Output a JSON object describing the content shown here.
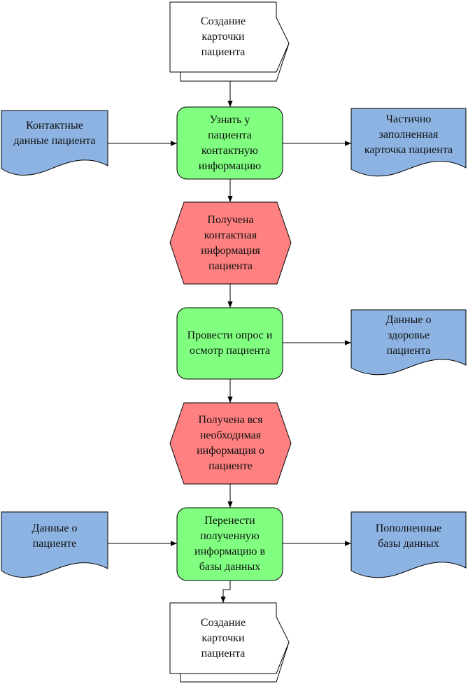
{
  "colors": {
    "function": "#80ff80",
    "event": "#ff8080",
    "document": "#8db3e2",
    "interface": "#ffffff",
    "line": "#000000"
  },
  "nodes": {
    "start_card": "Создание\nкарточки\nпациента",
    "contact_data_in": "Контактные\nданные пациента",
    "step_contact": "Узнать у\nпациента\nконтактную\nинформацию",
    "partial_card_out": "Частично\nзаполненная\nкарточка пациента",
    "event_contact": "Получена\nконтактная\nинформация\nпациента",
    "step_exam": "Провести опрос и\nосмотр пациента",
    "health_data_out": "Данные о\nздоровье\nпациента",
    "event_all_info": "Получена вся\nнеобходимая\nинформация о\nпациенте",
    "patient_data_in": "Данные о\nпациенте",
    "step_db": "Перенести\nполученную\nинформацию в\nбазы данных",
    "db_out": "Пополненные\nбазы данных",
    "end_card": "Создание\nкарточки\nпациента"
  }
}
